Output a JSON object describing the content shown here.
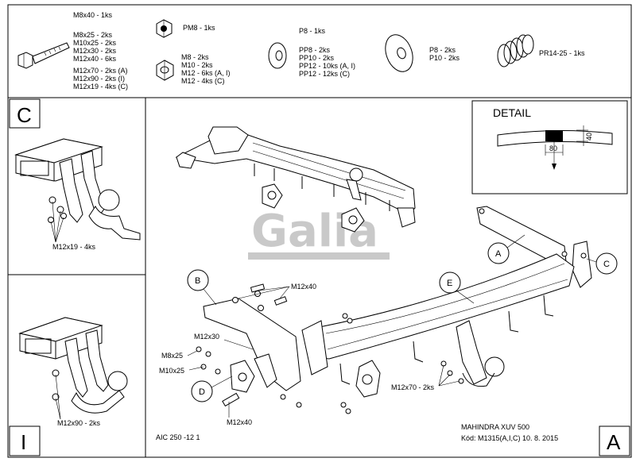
{
  "parts": {
    "bolts": [
      "M8x40 - 1ks",
      "M8x25 - 2ks",
      "M10x25 - 2ks",
      "M12x30 - 2ks",
      "M12x40 - 6ks",
      "M12x70 - 2ks (A)",
      "M12x90 - 2ks (I)",
      "M12x19 - 4ks (C)"
    ],
    "nut_pm8": "PM8 - 1ks",
    "nuts": [
      "M8 - 2ks",
      "M10 - 2ks",
      "M12 - 6ks (A, I)",
      "M12 - 4ks (C)"
    ],
    "washers_small": [
      "P8 - 1ks",
      "PP8 - 2ks",
      "PP10 - 2ks",
      "PP12 - 10ks (A, I)",
      "PP12 - 12ks (C)"
    ],
    "washers_large": [
      "P8 - 2ks",
      "P10 - 2ks"
    ],
    "spring": "PR14-25 - 1ks"
  },
  "panels": {
    "c_letter": "C",
    "c_label": "M12x19 - 4ks",
    "i_letter": "I",
    "i_label": "M12x90 - 2ks",
    "a_letter": "A"
  },
  "detail": {
    "title": "DETAIL",
    "dim_width": "80",
    "dim_height": "40"
  },
  "callouts": {
    "a": "A",
    "b": "B",
    "c": "C",
    "d": "D",
    "e": "E",
    "m12x40_top": "M12x40",
    "m12x30": "M12x30",
    "m8x25": "M8x25",
    "m10x25": "M10x25",
    "m12x40_bottom": "M12x40",
    "m12x70": "M12x70 - 2ks"
  },
  "watermark": "Galia",
  "footer": {
    "left_code": "AIC 250 -12 1",
    "model": "MAHINDRA XUV 500",
    "code": "Kód: M1315(A,I,C)  10. 8. 2015"
  }
}
